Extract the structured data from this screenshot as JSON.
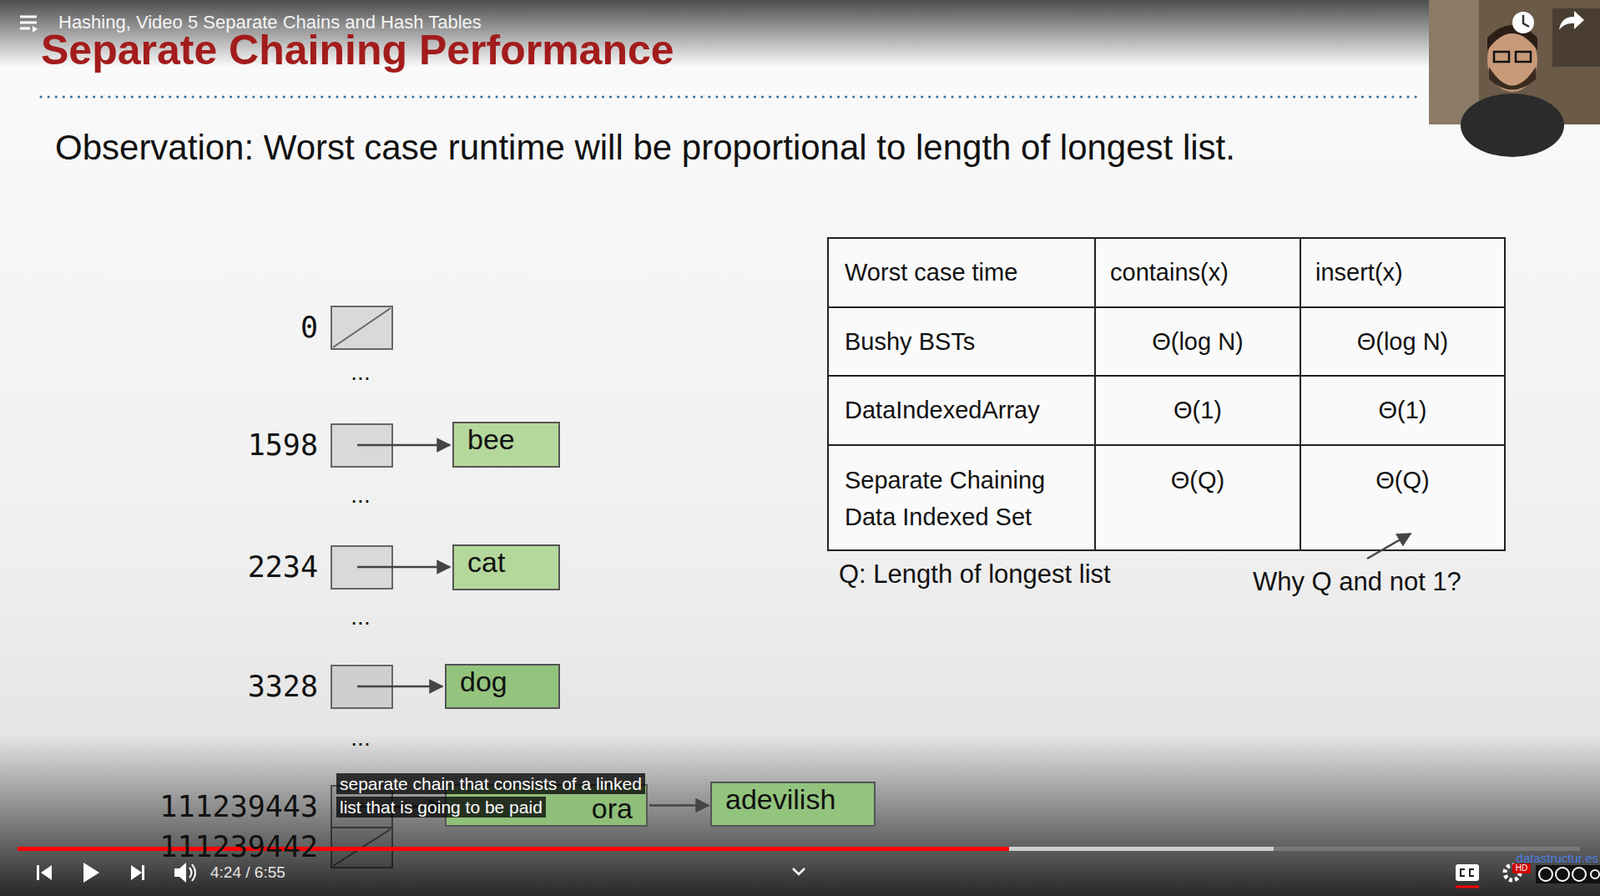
{
  "diagram": {
    "title": "Separate Chaining Performance",
    "nodes": [
      {
        "text": [
          "bee"
        ]
      },
      {
        "text": [
          "cat"
        ]
      },
      {
        "text": [
          "dog"
        ]
      },
      {
        "text": [
          "ora"
        ]
      },
      {
        "text": [
          "adevilish"
        ]
      }
    ],
    "edges": [
      {
        "from": 3,
        "to": 4,
        "arrow": "to"
      }
    ],
    "labels": [
      "Hashing, Video 5 Separate Chains and Hash Tables",
      "Observation: Worst case runtime will be proportional to length of longest list.",
      "0",
      "...",
      "1598",
      "...",
      "2234",
      "...",
      "3328",
      "...",
      "111239443",
      "111239442",
      "Worst case time",
      "contains(x)",
      "insert(x)",
      "Bushy BSTs",
      "Θ(log N)",
      "Θ(log N)",
      "DataIndexedArray",
      "Θ(1)",
      "Θ(1)",
      "Separate Chaining Data Indexed Set",
      "Θ(Q)",
      "Θ(Q)",
      "Q: Length of longest list",
      "Why Q and not 1?",
      "separate chain that consists of a linked list that is going to be paid",
      "4:24 / 6:55",
      "datastructur.es",
      "HD"
    ]
  }
}
